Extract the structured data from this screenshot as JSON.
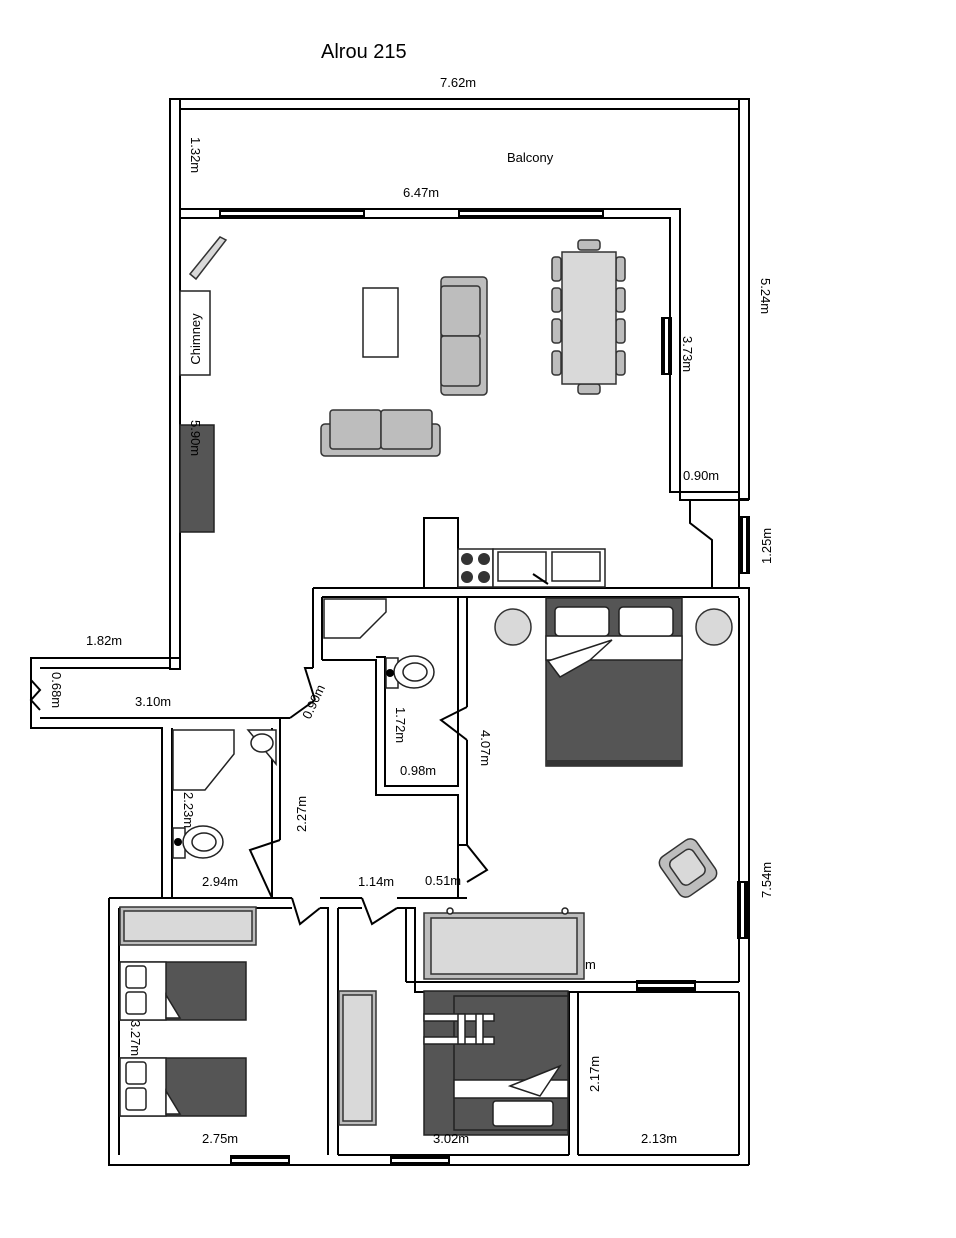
{
  "title": "Alrou 215",
  "labels": {
    "balcony": "Balcony",
    "chimney": "Chimney"
  },
  "dimensions": {
    "top_width": "7.62m",
    "balcony_depth": "1.32m",
    "living_width": "6.47m",
    "right_height": "5.24m",
    "dining_wall": "3.73m",
    "step_width": "0.90m",
    "step_height": "1.25m",
    "left_wall": "5.90m",
    "corridor_a": "1.82m",
    "entry_door": "0.68m",
    "corridor_b": "3.10m",
    "door_diag": "0.90m",
    "wc_height": "1.72m",
    "wc_width": "0.98m",
    "bed_room_height": "4.07m",
    "bath_height": "2.23m",
    "hall_height": "2.27m",
    "bath_width": "2.94m",
    "hall_width": "1.14m",
    "hall_step": "0.51m",
    "right_total": "7.54m",
    "room1_height": "3.27m",
    "room1_width": "2.75m",
    "room2_width": "3.02m",
    "room3_height": "2.17m",
    "room3_width": "2.13m",
    "partial_m": "m"
  }
}
